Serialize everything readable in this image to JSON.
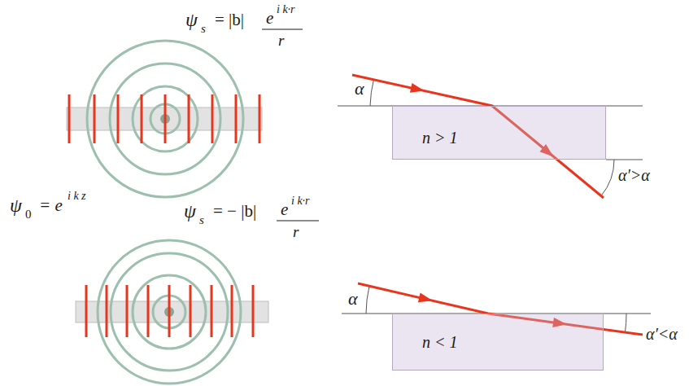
{
  "diagram": {
    "nodes": [
      {
        "text": [
          "n > 1"
        ]
      },
      {
        "text": [
          "n < 1"
        ]
      }
    ],
    "labels": [
      "ψ",
      "s",
      "= |b|",
      "e",
      "i k·r",
      "r",
      "α",
      "α′>α",
      "ψ",
      "0",
      "= e",
      "i k z",
      "ψ",
      "s",
      "= − |b|",
      "e",
      "i k·r",
      "r",
      "α",
      "α′<α"
    ]
  }
}
